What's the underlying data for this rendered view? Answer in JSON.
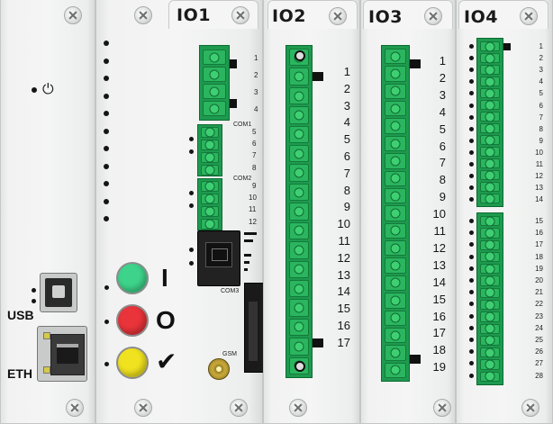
{
  "modules": {
    "cpu": {
      "power_symbol": "⏻",
      "usb_label": "USB",
      "eth_label": "ETH"
    },
    "io1": {
      "title": "IO1",
      "terminal_numbers": [
        "1",
        "2",
        "3",
        "4",
        "5",
        "6",
        "7",
        "8",
        "9",
        "10",
        "11",
        "12"
      ],
      "com_labels": [
        "COM1",
        "COM2",
        "COM3"
      ],
      "gsm_label": "GSM",
      "buttons": [
        {
          "color": "#3ed38a",
          "symbol": "I"
        },
        {
          "color": "#e8343a",
          "symbol": "O"
        },
        {
          "color": "#f1e21f",
          "symbol": "✔"
        }
      ]
    },
    "io2": {
      "title": "IO2",
      "numbers": [
        "1",
        "2",
        "3",
        "4",
        "5",
        "6",
        "7",
        "8",
        "9",
        "10",
        "11",
        "12",
        "13",
        "14",
        "15",
        "16",
        "17"
      ]
    },
    "io3": {
      "title": "IO3",
      "numbers": [
        "1",
        "2",
        "3",
        "4",
        "5",
        "6",
        "7",
        "8",
        "9",
        "10",
        "11",
        "12",
        "13",
        "14",
        "15",
        "16",
        "17",
        "18",
        "19"
      ]
    },
    "io4": {
      "title": "IO4",
      "numbers": [
        "1",
        "2",
        "3",
        "4",
        "5",
        "6",
        "7",
        "8",
        "9",
        "10",
        "11",
        "12",
        "13",
        "14",
        "15",
        "16",
        "17",
        "18",
        "19",
        "20",
        "21",
        "22",
        "23",
        "24",
        "25",
        "26",
        "27",
        "28"
      ]
    }
  },
  "colors": {
    "terminal_green": "#2bb55f",
    "panel": "#f1f2f1"
  }
}
